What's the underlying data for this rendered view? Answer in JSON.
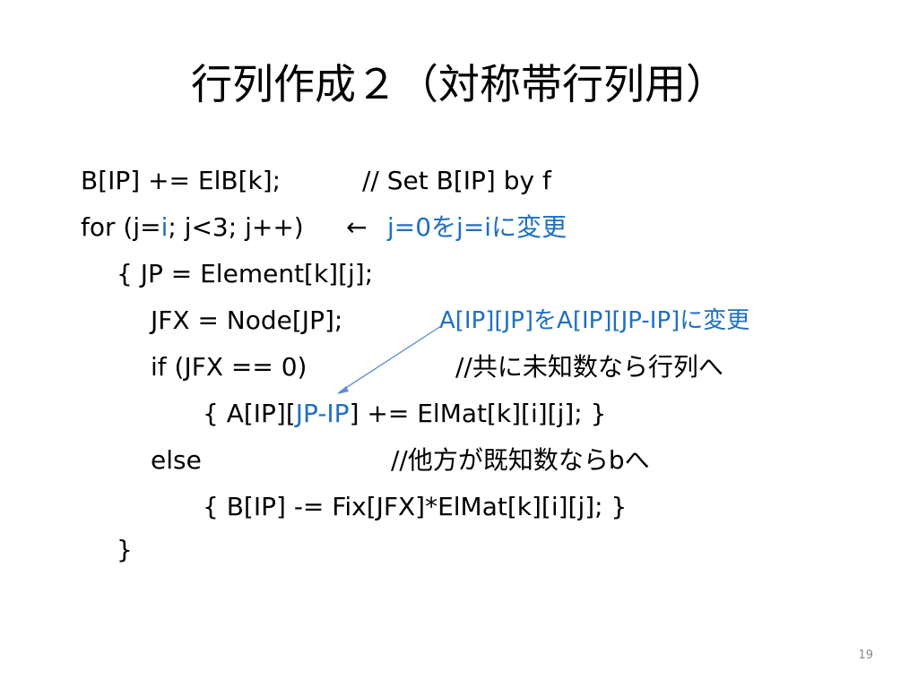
{
  "title": "行列作成２（対称帯行列用）",
  "code": {
    "line1": {
      "code": "B[IP] += ElB[k];",
      "comment": "// Set B[IP] by f"
    },
    "line2": {
      "prefix": "for (j=",
      "var_i": "i",
      "suffix": "; j<3; j++)",
      "arrow": "←",
      "note": "j=0をj=iに変更"
    },
    "line3": {
      "code": "{  JP = Element[k][j];"
    },
    "line4": {
      "code": "JFX = Node[JP];",
      "note": "A[IP][JP]をA[IP][JP-IP]に変更"
    },
    "line5": {
      "code": "if (JFX == 0)",
      "comment": "//共に未知数なら行列へ"
    },
    "line6": {
      "prefix": "{  A[IP][",
      "highlight": "JP-IP",
      "suffix": "] += ElMat[k][i][j];  }"
    },
    "line7": {
      "code": "else",
      "comment": "//他方が既知数ならbへ"
    },
    "line8": {
      "code": "{  B[IP] -= Fix[JFX]*ElMat[k][i][j]; }"
    },
    "line9": {
      "code": "}"
    }
  },
  "page_number": "19",
  "colors": {
    "highlight": "#1f6fc0",
    "arrow_line": "#5b8fd0",
    "text": "#000000",
    "background": "#ffffff"
  }
}
